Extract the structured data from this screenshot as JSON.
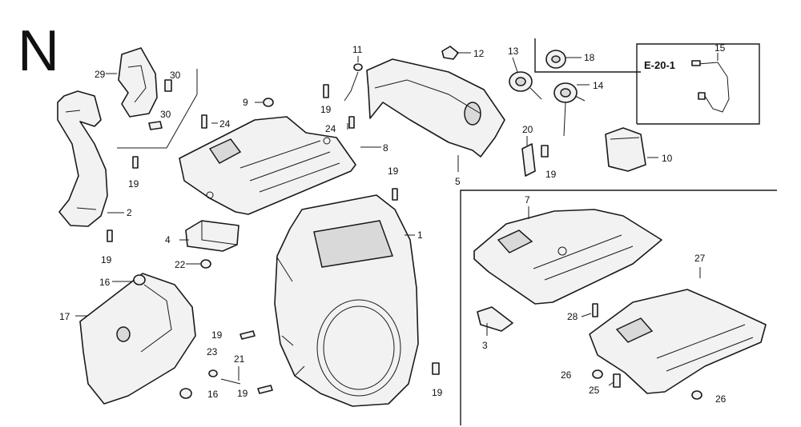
{
  "section_letter": "N",
  "reference": "E-20-1",
  "callouts": {
    "c1": "1",
    "c2": "2",
    "c3": "3",
    "c4": "4",
    "c5": "5",
    "c7": "7",
    "c8": "8",
    "c9": "9",
    "c10": "10",
    "c11": "11",
    "c12": "12",
    "c13": "13",
    "c14": "14",
    "c15": "15",
    "c16a": "16",
    "c16b": "16",
    "c17": "17",
    "c18": "18",
    "c19a": "19",
    "c19b": "19",
    "c19c": "19",
    "c19d": "19",
    "c19e": "19",
    "c19f": "19",
    "c19g": "19",
    "c19h": "19",
    "c20": "20",
    "c21": "21",
    "c22": "22",
    "c23": "23",
    "c24a": "24",
    "c24b": "24",
    "c25": "25",
    "c26a": "26",
    "c26b": "26",
    "c27": "27",
    "c28": "28",
    "c29": "29",
    "c30a": "30",
    "c30b": "30"
  }
}
